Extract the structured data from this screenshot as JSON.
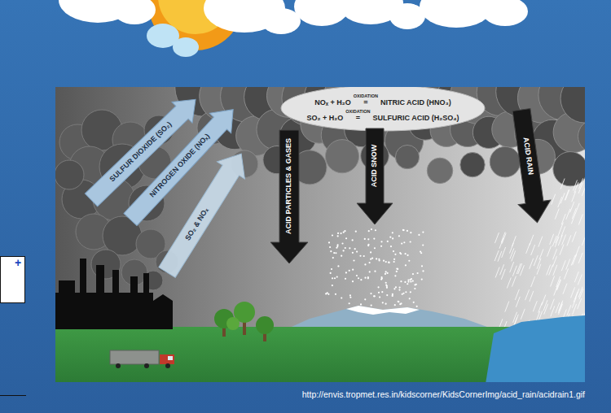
{
  "diagram": {
    "labels": [
      "SULFUR DIOXIDE (SO₂)",
      "NITROGEN OXIDE (NOₓ)",
      "SO₂ & NOₓ",
      "NOₓ + H₂O",
      "OXIDATION",
      "=",
      "NITRIC ACID (HNO₃)",
      "SO₂ + H₂O",
      "OXIDATION",
      "=",
      "SULFURIC ACID (H₂SO₄)",
      "ACID PARTICLES & GASES",
      "ACID SNOW",
      "ACID RAIN",
      "http://envis.tropmet.res.in/kidscorner/KidsCornerImg/acid_rain/acidrain1.gif",
      "+"
    ]
  }
}
